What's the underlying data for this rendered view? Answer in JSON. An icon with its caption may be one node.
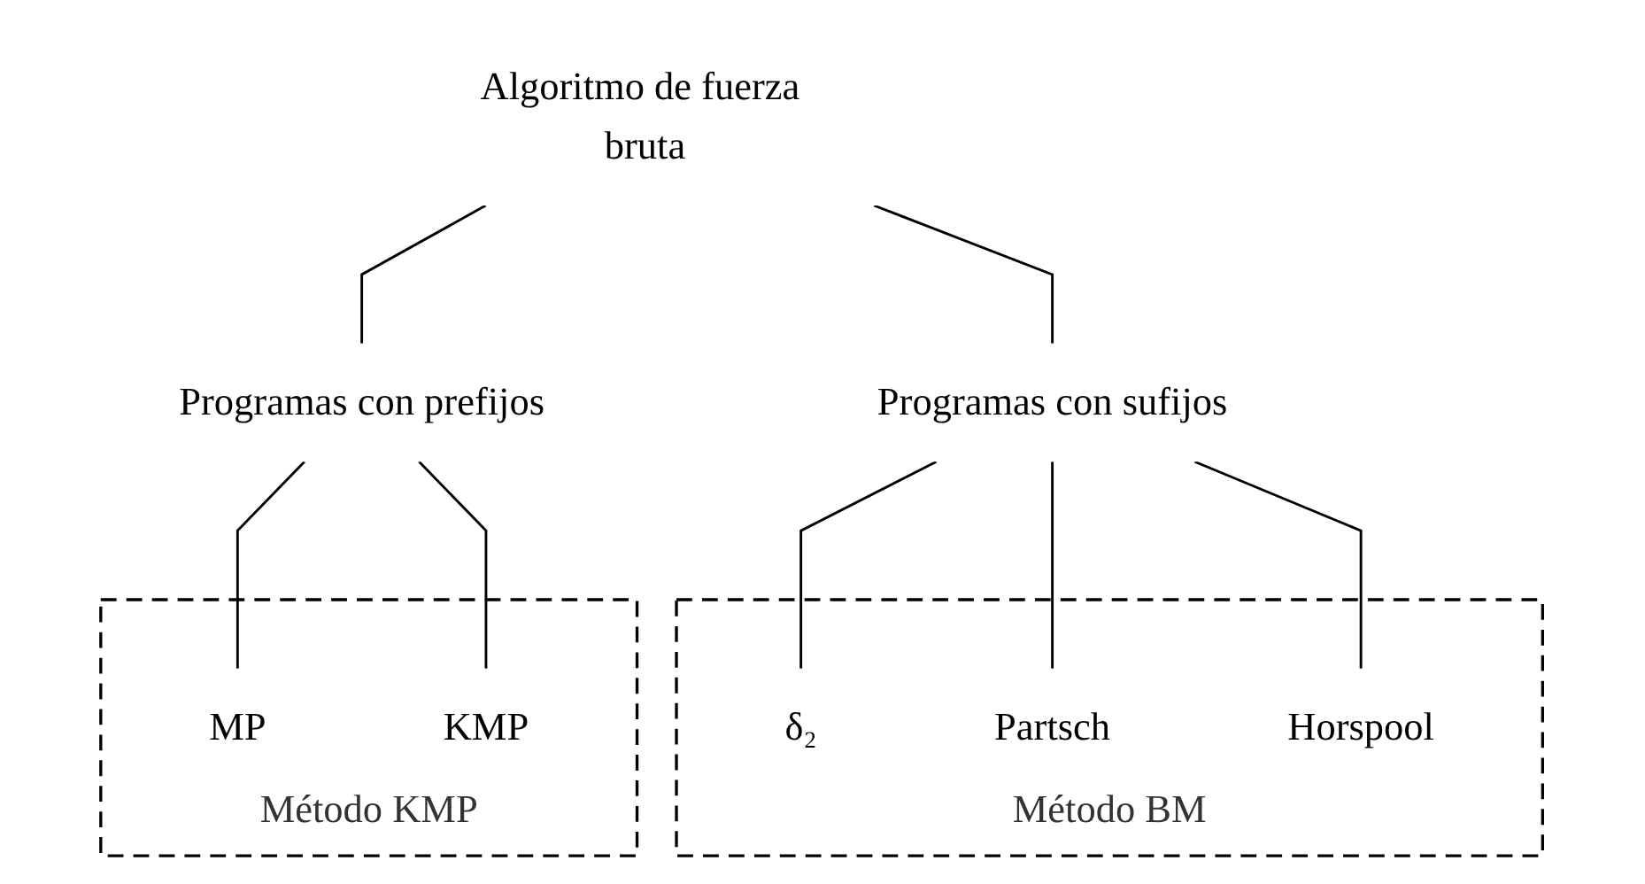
{
  "diagram": {
    "nodes": [
      {
        "text": [
          "Algoritmo de fuerza bruta"
        ]
      },
      {
        "text": [
          "Programas con sufijos"
        ]
      },
      {
        "text": [
          "Programas con prefijos"
        ]
      },
      {
        "text": [
          "Método BM"
        ]
      },
      {
        "text": [
          "δ₂"
        ],
        "in": 3
      },
      {
        "text": [
          "Partsch"
        ],
        "in": 3
      },
      {
        "text": [
          "Horspool"
        ],
        "in": 3
      },
      {
        "text": [
          "Método KMP"
        ]
      },
      {
        "text": [
          "MP"
        ],
        "in": 7
      },
      {
        "text": [
          "KMP"
        ],
        "in": 7
      }
    ],
    "edges": [
      {
        "from": 0,
        "to": 1,
        "arrow": "none"
      },
      {
        "from": 0,
        "to": 2,
        "arrow": "none"
      },
      {
        "from": 1,
        "to": 4,
        "arrow": "none"
      },
      {
        "from": 1,
        "to": 5,
        "arrow": "none"
      },
      {
        "from": 1,
        "to": 6,
        "arrow": "none"
      },
      {
        "from": 2,
        "to": 8,
        "arrow": "none"
      },
      {
        "from": 2,
        "to": 9,
        "arrow": "none"
      }
    ]
  }
}
